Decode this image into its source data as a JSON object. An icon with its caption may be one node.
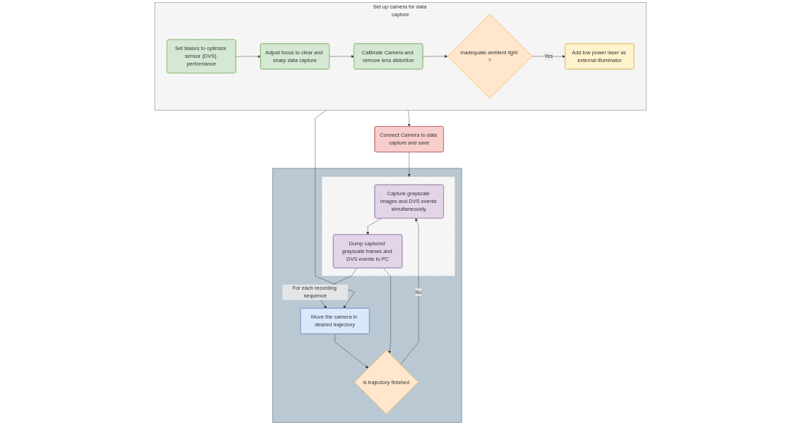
{
  "diagram": {
    "nodes": [
      {
        "text": [
          "Set up camera for data capture"
        ]
      },
      {
        "text": [
          "Set biases to optimize sensor (DVS) performance"
        ],
        "in": 0
      },
      {
        "text": [
          "Adjust focus to clear and sharp data capture"
        ],
        "in": 0
      },
      {
        "text": [
          "Calibrate Camera and remove lens distortion"
        ],
        "in": 0
      },
      {
        "text": [
          "inadequate ambient light ?"
        ],
        "in": 0
      },
      {
        "text": [
          "Add low power laser as external illuminator"
        ],
        "in": 0
      },
      {
        "text": [
          "Connect Camera to data capture and save"
        ]
      },
      {
        "text": [],
        "shape": "box"
      },
      {
        "text": [
          "Move the camera in desired trajectory"
        ],
        "in": 7
      },
      {
        "text": [
          "is trajectory finished"
        ],
        "in": 7
      },
      {
        "text": [],
        "shape": "box",
        "in": 7
      },
      {
        "text": [
          "Capture grayscale images and DVS events simultaneously."
        ],
        "in": 10
      },
      {
        "text": [
          "Dump captured grayscale frames and DVS events to PC"
        ],
        "in": 10
      }
    ],
    "edges": [
      {
        "from": 1,
        "to": 2,
        "arrow": "to"
      },
      {
        "from": 2,
        "to": 3,
        "arrow": "to"
      },
      {
        "from": 3,
        "to": 4,
        "arrow": "to"
      },
      {
        "from": 4,
        "to": 5,
        "arrow": "to",
        "label": "Yes"
      },
      {
        "from": 0,
        "to": 6,
        "arrow": "to"
      },
      {
        "from": 0,
        "to": 8,
        "arrow": "to"
      },
      {
        "from": 6,
        "to": 10,
        "arrow": "to"
      },
      {
        "from": 8,
        "to": 9,
        "arrow": "to"
      },
      {
        "from": 9,
        "to": 11,
        "arrow": "to",
        "label": "No"
      },
      {
        "from": 11,
        "to": 12,
        "arrow": "to"
      },
      {
        "from": 12,
        "to": 9,
        "arrow": "to"
      },
      {
        "from": 12,
        "to": 8,
        "arrow": "to",
        "label": "For each recording sequence"
      }
    ]
  }
}
